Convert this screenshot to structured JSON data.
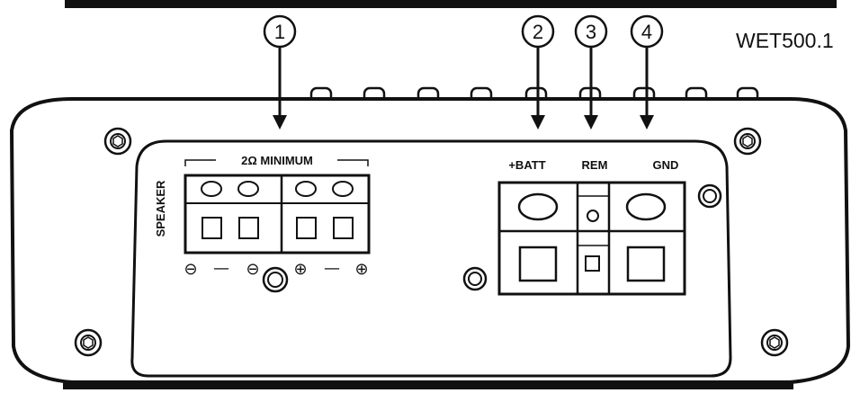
{
  "model_code": "WET500.1",
  "callouts": [
    "1",
    "2",
    "3",
    "4"
  ],
  "speaker_group": {
    "header": "2Ω MINIMUM",
    "side_label": "SPEAKER",
    "polarity": [
      "⊖",
      "—",
      "⊖",
      "⊕",
      "—",
      "⊕"
    ]
  },
  "power_terminals": {
    "batt_label": "+BATT",
    "rem_label": "REM",
    "gnd_label": "GND"
  }
}
